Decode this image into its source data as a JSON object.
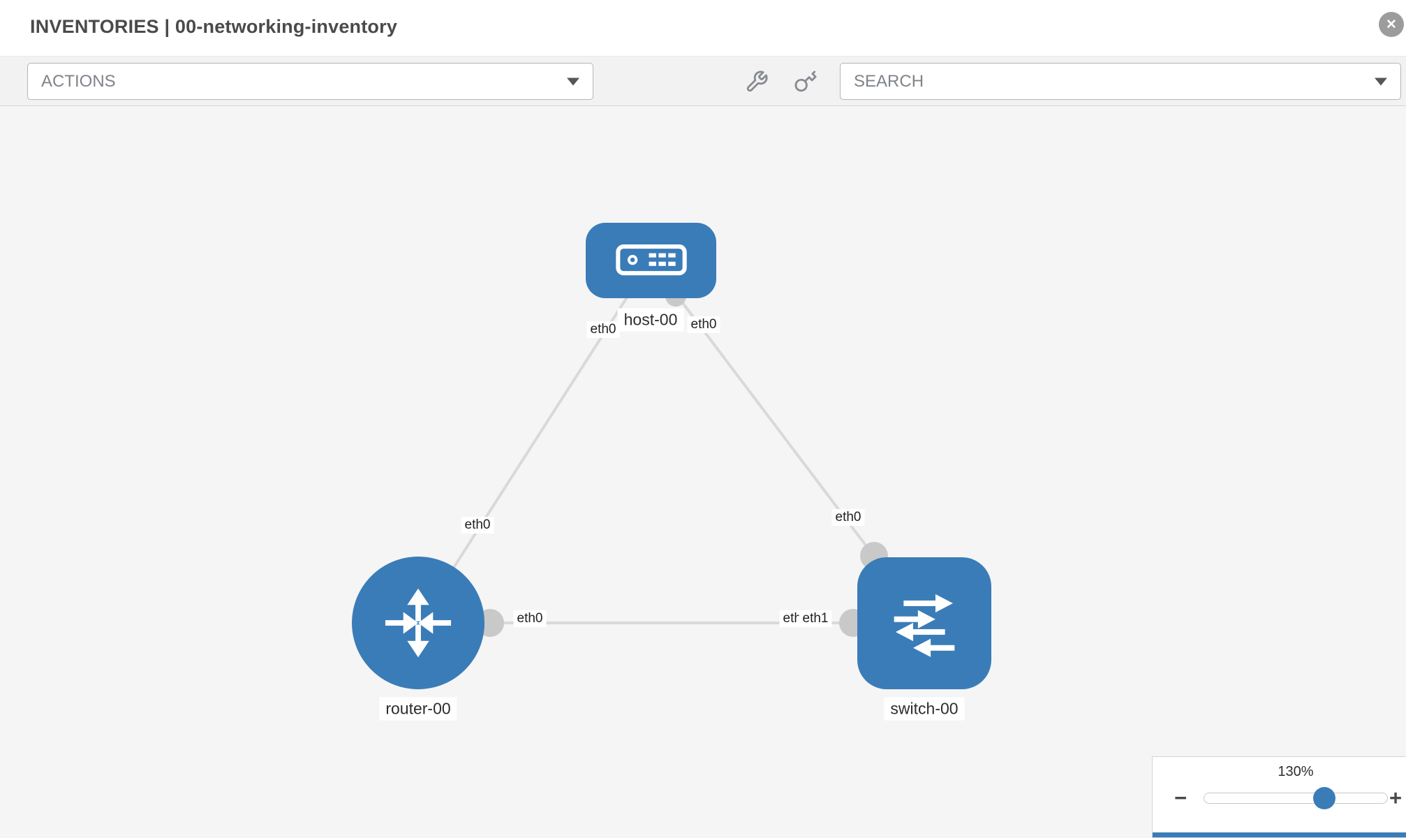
{
  "window": {
    "title": "INVENTORIES | 00-networking-inventory"
  },
  "toolbar": {
    "actions_label": "ACTIONS",
    "search_label": "SEARCH"
  },
  "icons": {
    "close": "✕",
    "minus": "−",
    "plus": "+"
  },
  "icon_names": {
    "close": "close-icon",
    "wrench": "wrench-icon",
    "key": "key-icon",
    "chevron": "chevron-down-icon",
    "zoom_out": "minus-icon",
    "zoom_in": "plus-icon"
  },
  "topology": {
    "nodes": [
      {
        "id": "host-00",
        "label": "host-00",
        "type": "host"
      },
      {
        "id": "router-00",
        "label": "router-00",
        "type": "router"
      },
      {
        "id": "switch-00",
        "label": "switch-00",
        "type": "switch"
      }
    ],
    "links": [
      {
        "from": "host-00",
        "to": "router-00",
        "from_interface": "eth0",
        "to_interface": "eth0"
      },
      {
        "from": "host-00",
        "to": "switch-00",
        "from_interface": "eth0",
        "to_interface": "eth0"
      },
      {
        "from": "router-00",
        "to": "switch-00",
        "from_interface": "eth0",
        "to_interface": "eth1"
      }
    ],
    "interface_labels": {
      "host_router": "eth0",
      "host_switch": "eth0",
      "router_host": "eth0",
      "router_switch": "eth0",
      "switch_host": "eth0",
      "switch_router": "eth1",
      "switch_router_hidden": "eth0"
    }
  },
  "zoom": {
    "level": "130%",
    "value": 130
  },
  "colors": {
    "node_blue": "#3a7cb8",
    "link_gray": "#d9d9d9",
    "port_gray": "#c9c9c9",
    "canvas_bg": "#f5f5f5",
    "toolbar_bg": "#f2f2f2"
  }
}
